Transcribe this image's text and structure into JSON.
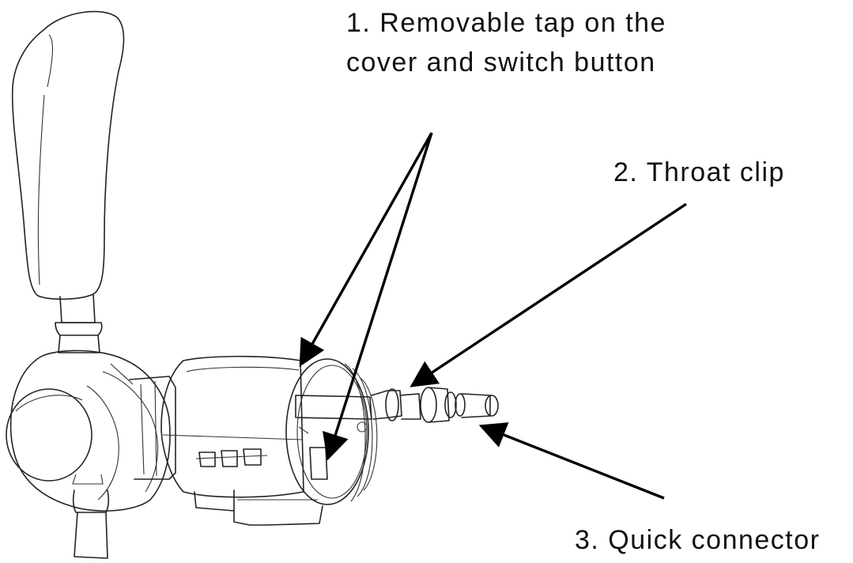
{
  "callouts": {
    "removable_tap_line1": "1. Removable tap on the",
    "removable_tap_line2": "cover and switch button",
    "throat_clip": "2. Throat clip",
    "quick_connector": "3. Quick connector"
  },
  "colors": {
    "line": "#222222",
    "arrow": "#000000",
    "background": "#ffffff"
  }
}
